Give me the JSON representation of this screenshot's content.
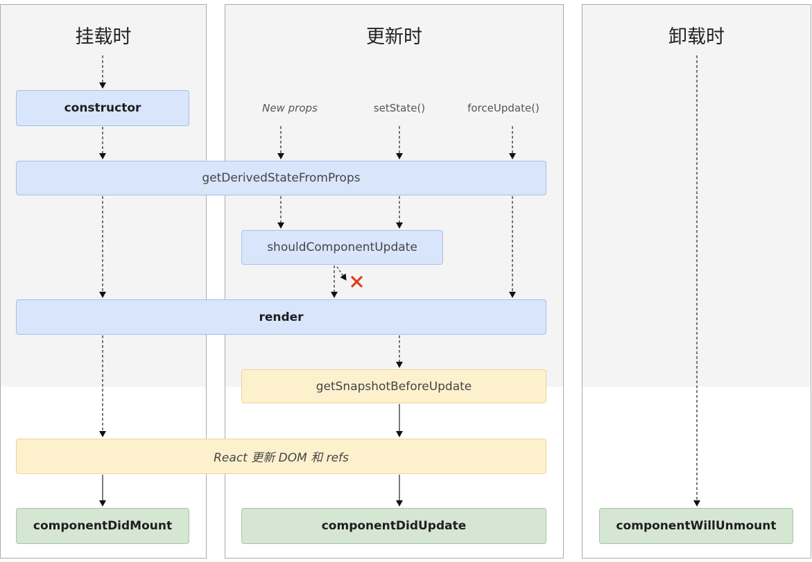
{
  "columns": {
    "mounting": "挂载时",
    "updating": "更新时",
    "unmounting": "卸载时"
  },
  "triggers": {
    "new_props": "New props",
    "set_state": "setState()",
    "force_update": "forceUpdate()"
  },
  "methods": {
    "constructor": "constructor",
    "get_derived_state": "getDerivedStateFromProps",
    "should_component_update": "shouldComponentUpdate",
    "render": "render",
    "get_snapshot": "getSnapshotBeforeUpdate",
    "react_updates_dom": "React 更新 DOM 和 refs",
    "component_did_mount": "componentDidMount",
    "component_did_update": "componentDidUpdate",
    "component_will_unmount": "componentWillUnmount"
  },
  "colors": {
    "phase_box_blue": "#d8e5fb",
    "phase_box_yellow": "#fdf1cd",
    "phase_box_green": "#d5e6d3",
    "cancel_mark": "#d9401f"
  },
  "icons": {
    "cancel": "red-x-mark"
  }
}
